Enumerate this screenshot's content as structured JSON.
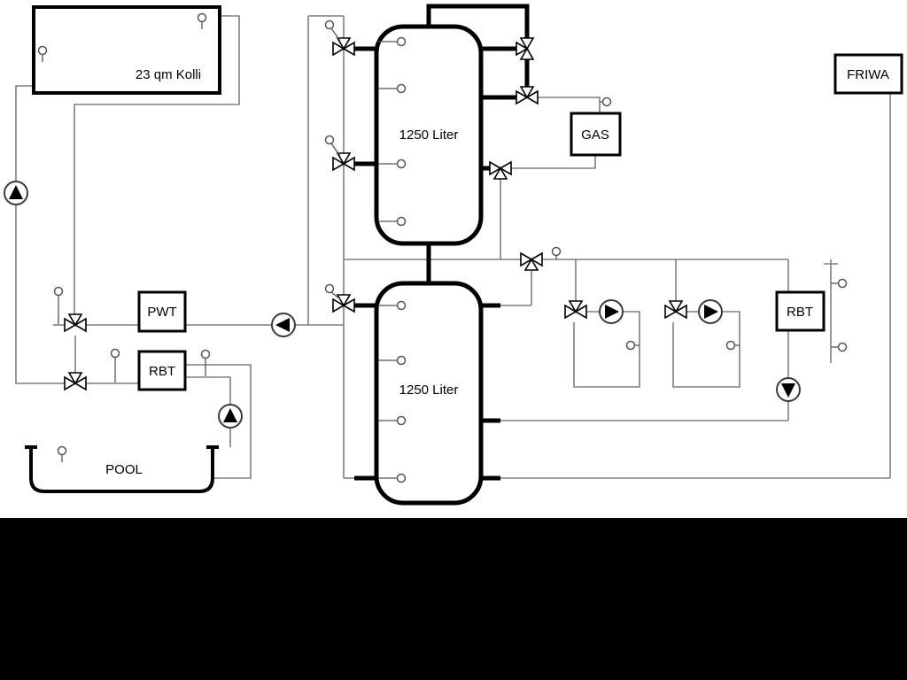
{
  "diagram": {
    "labels": {
      "collector": "23 qm Kolli",
      "tank_top": "1250 Liter",
      "tank_bottom": "1250 Liter",
      "gas": "GAS",
      "friwa": "FRIWA",
      "pwt": "PWT",
      "rbt_left": "RBT",
      "rbt_right": "RBT",
      "pool": "POOL"
    },
    "colors": {
      "pipe": "#7f7f7f",
      "line": "#000000",
      "background": "#ffffff",
      "footer_band": "#000000"
    }
  }
}
